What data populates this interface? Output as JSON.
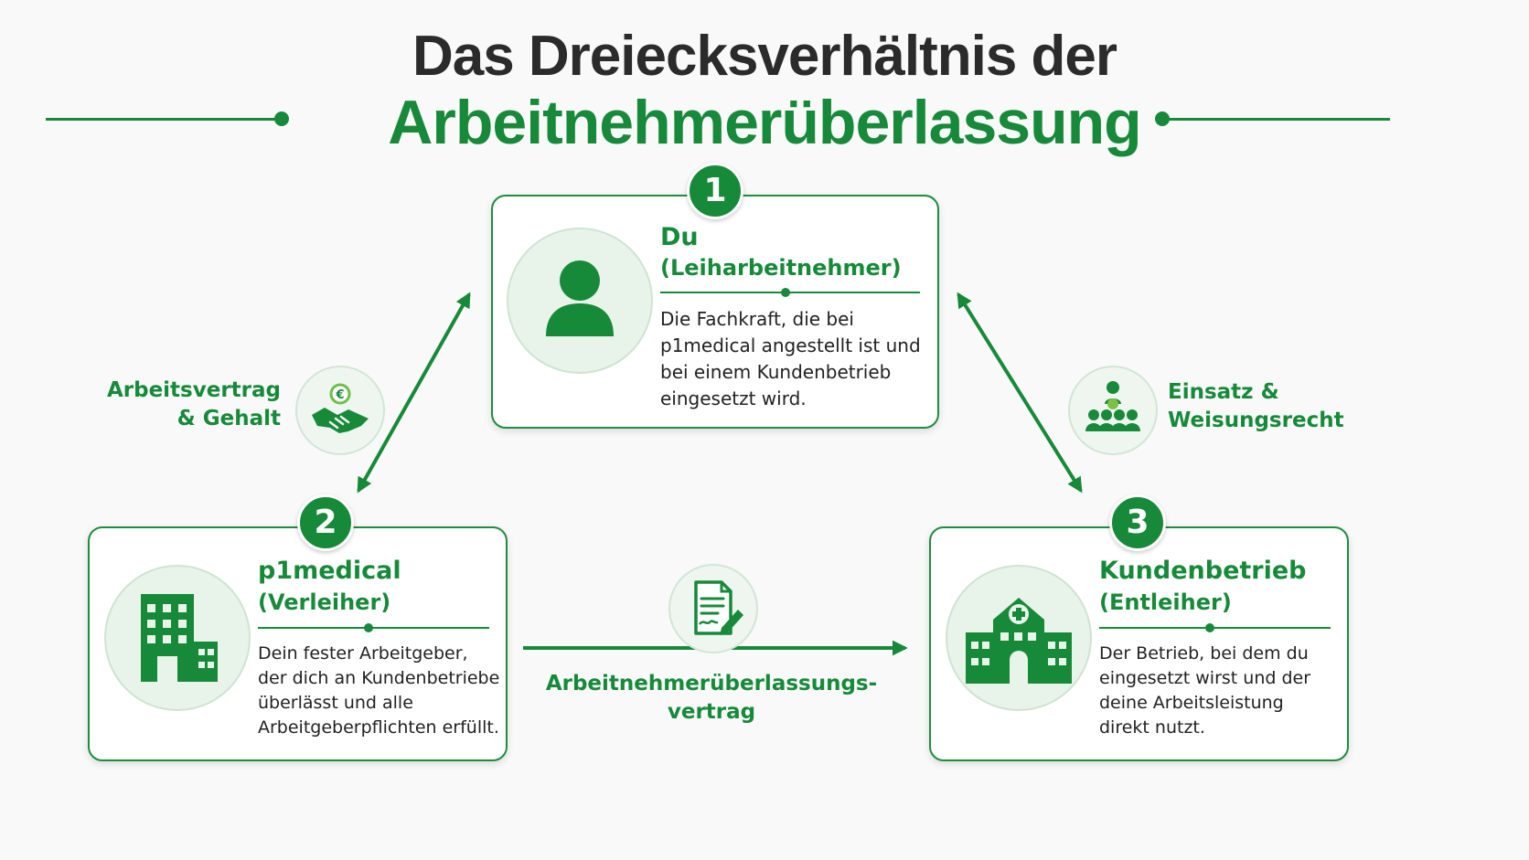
{
  "title": {
    "line1": "Das Dreiecksverhältnis der",
    "line2": "Arbeitnehmerüberlassung"
  },
  "colors": {
    "accent": "#178a3a",
    "icon_bg": "#e8f3e9",
    "text": "#222222"
  },
  "cards": {
    "employee": {
      "number": "1",
      "title": "Du",
      "subtitle": "(Leiharbeitnehmer)",
      "text": [
        "Die Fachkraft, die bei",
        "p1medical angestellt ist und",
        "bei einem Kundenbetrieb",
        "eingesetzt wird."
      ],
      "icon": "person-icon"
    },
    "lender": {
      "number": "2",
      "title": "p1medical",
      "subtitle": "(Verleiher)",
      "text": [
        "Dein fester Arbeitgeber,",
        "der dich an Kundenbetriebe",
        "überlässt und alle",
        "Arbeitgeberpflichten erfüllt."
      ],
      "icon": "office-building-icon"
    },
    "borrower": {
      "number": "3",
      "title": "Kundenbetrieb",
      "subtitle": "(Entleiher)",
      "text": [
        "Der Betrieb, bei dem du",
        "eingesetzt wirst und der",
        "deine Arbeitsleistung",
        "direkt nutzt."
      ],
      "icon": "hospital-icon"
    }
  },
  "relations": {
    "employment": {
      "label": [
        "Arbeitsvertrag",
        "& Gehalt"
      ],
      "icon": "handshake-euro-icon"
    },
    "assignment": {
      "label": [
        "Einsatz &",
        "Weisungsrecht"
      ],
      "icon": "team-hierarchy-icon"
    },
    "contract": {
      "label": [
        "Arbeitnehmerüberlassungs-",
        "vertrag"
      ],
      "icon": "signed-contract-icon"
    }
  }
}
